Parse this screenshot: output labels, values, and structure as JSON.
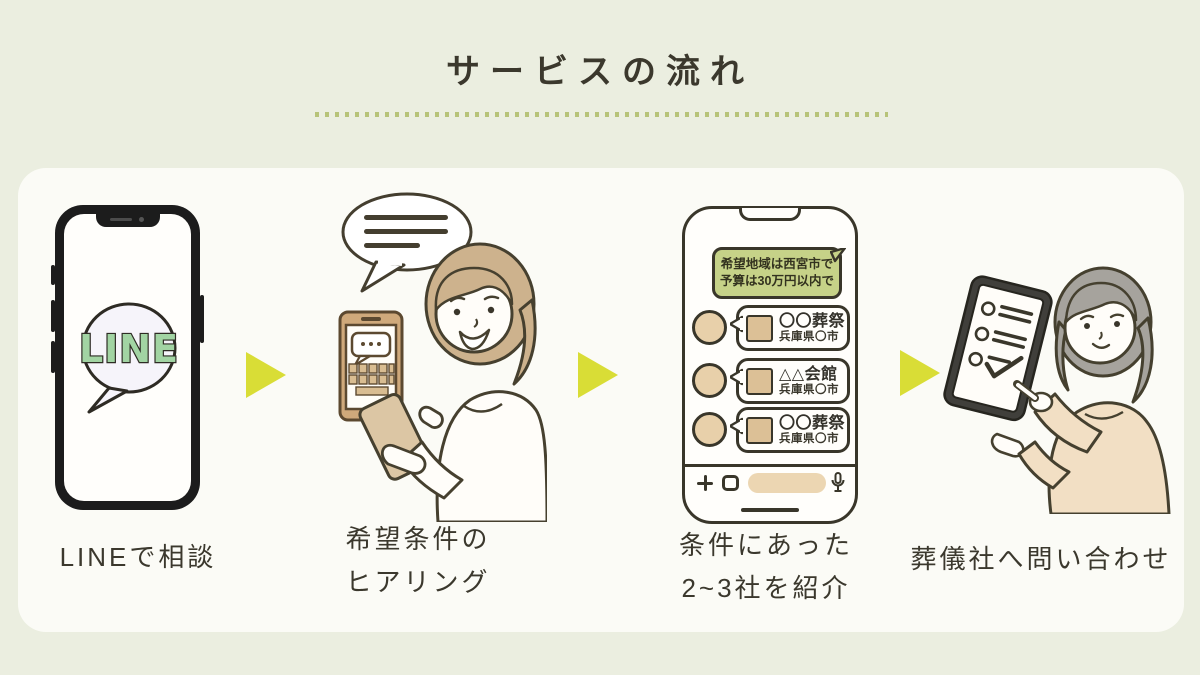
{
  "page": {
    "title": "サービスの流れ",
    "background_color": "#ebeee0",
    "card_color": "#fbfbf6",
    "arrow_color": "#d9dd36",
    "dotted_line_color": "#b7c379",
    "text_color": "#3b382d"
  },
  "steps": [
    {
      "label": "LINEで相談",
      "logo_text": "LINE"
    },
    {
      "label_line1": "希望条件の",
      "label_line2": "ヒアリング"
    },
    {
      "label_line1": "条件にあった",
      "label_line2": "2~3社を紹介",
      "chat": {
        "user_message_line1": "希望地域は西宮市で",
        "user_message_line2": "予算は30万円以内で",
        "results": [
          {
            "name": "〇〇葬祭",
            "location": "兵庫県〇市"
          },
          {
            "name": "△△会館",
            "location": "兵庫県〇市"
          },
          {
            "name": "〇〇葬祭",
            "location": "兵庫県〇市"
          }
        ]
      }
    },
    {
      "label": "葬儀社へ問い合わせ"
    }
  ]
}
